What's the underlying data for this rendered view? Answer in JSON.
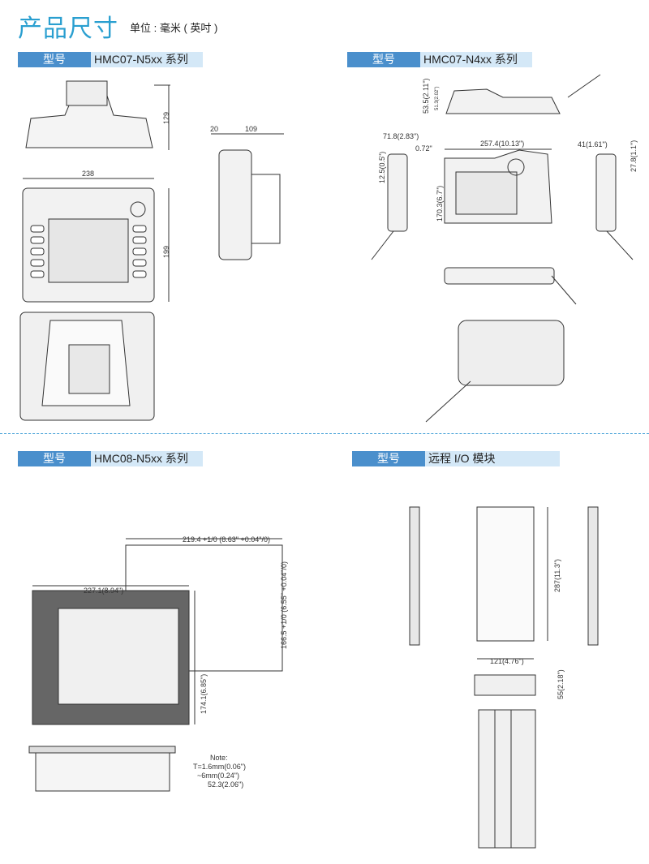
{
  "header": {
    "title": "产品尺寸",
    "unit": "单位 : 毫米 ( 英吋 )"
  },
  "sections": [
    {
      "key": "型号",
      "value": "HMC07-N5xx 系列"
    },
    {
      "key": "型号",
      "value": "HMC07-N4xx 系列"
    },
    {
      "key": "型号",
      "value": "HMC08-N5xx 系列"
    },
    {
      "key": "型号",
      "value": "远程 I/O 模块"
    }
  ],
  "dims_n5": {
    "height_top": "129",
    "width": "238",
    "height": "199",
    "side_a": "20",
    "side_b": "109"
  },
  "dims_n4": {
    "h_top": "53.5(2.11\")",
    "h_top_inner": "51.3(2.02\")",
    "side_w": "71.8(2.83\")",
    "side_off": "0.72\"",
    "side_h": "12.5(0.5\")",
    "width": "257.4(10.13\")",
    "height": "170.3(6.7\")",
    "r_w": "41(1.61\")",
    "r_h": "27.8(1.1\")"
  },
  "dims_n8": {
    "cut_w": "219.4 +1/0 (8.63\" +0.04\"/0)",
    "cut_h": "166.5 +1/0 (6.55\" +0.04\"/0)",
    "width": "227.1(8.94\")",
    "height": "174.1(6.85\")",
    "note": "Note:",
    "note1": "T=1.6mm(0.06\")",
    "note2": "~6mm(0.24\")",
    "depth": "52.3(2.06\")"
  },
  "dims_io": {
    "height": "287(11.3\")",
    "width": "121(4.76\")",
    "depth": "55(2.18\")"
  }
}
